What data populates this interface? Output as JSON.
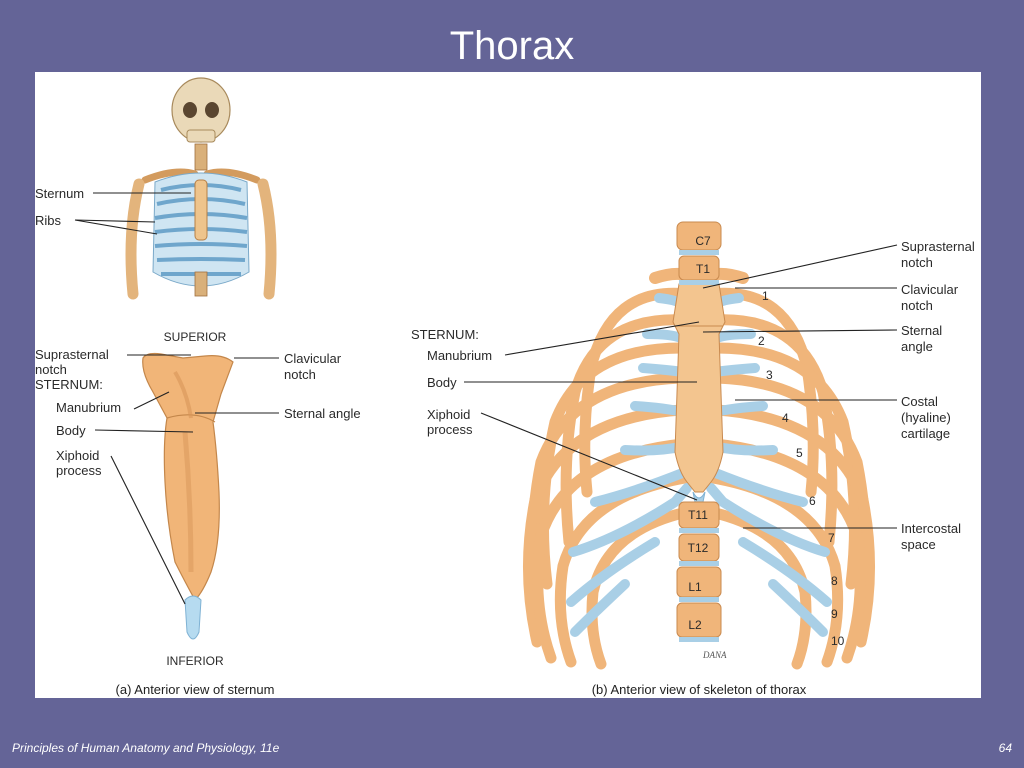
{
  "slide": {
    "title": "Thorax",
    "footer_left": "Principles of Human Anatomy and Physiology, 11e",
    "page_number": "64"
  },
  "colors": {
    "background": "#646497",
    "bone": "#f0b57a",
    "bone_dark": "#c98a4f",
    "cartilage": "#a9cfe6",
    "cartilage_dark": "#7fb2d4"
  },
  "figure": {
    "skeleton_inset": {
      "sternum": "Sternum",
      "ribs": "Ribs"
    },
    "panel_a": {
      "superior": "SUPERIOR",
      "inferior": "INFERIOR",
      "suprasternal_notch_1": "Suprasternal",
      "suprasternal_notch_2": "notch",
      "sternum_heading": "STERNUM:",
      "manubrium": "Manubrium",
      "body": "Body",
      "xiphoid_1": "Xiphoid",
      "xiphoid_2": "process",
      "clavicular_notch_1": "Clavicular",
      "clavicular_notch_2": "notch",
      "sternal_angle": "Sternal angle",
      "caption": "(a) Anterior view of sternum"
    },
    "panel_b": {
      "sternum_heading": "STERNUM:",
      "manubrium": "Manubrium",
      "body": "Body",
      "xiphoid_1": "Xiphoid",
      "xiphoid_2": "process",
      "suprasternal_notch_1": "Suprasternal",
      "suprasternal_notch_2": "notch",
      "clavicular_notch_1": "Clavicular",
      "clavicular_notch_2": "notch",
      "sternal_angle_1": "Sternal",
      "sternal_angle_2": "angle",
      "costal_1": "Costal",
      "costal_2": "(hyaline)",
      "costal_3": "cartilage",
      "intercostal_1": "Intercostal",
      "intercostal_2": "space",
      "vertebrae": [
        "C7",
        "T1",
        "T11",
        "T12",
        "L1",
        "L2"
      ],
      "rib_numbers": [
        "1",
        "2",
        "3",
        "4",
        "5",
        "6",
        "7",
        "8",
        "9",
        "10"
      ],
      "signature": "DANA",
      "caption": "(b) Anterior view of skeleton of thorax"
    }
  }
}
